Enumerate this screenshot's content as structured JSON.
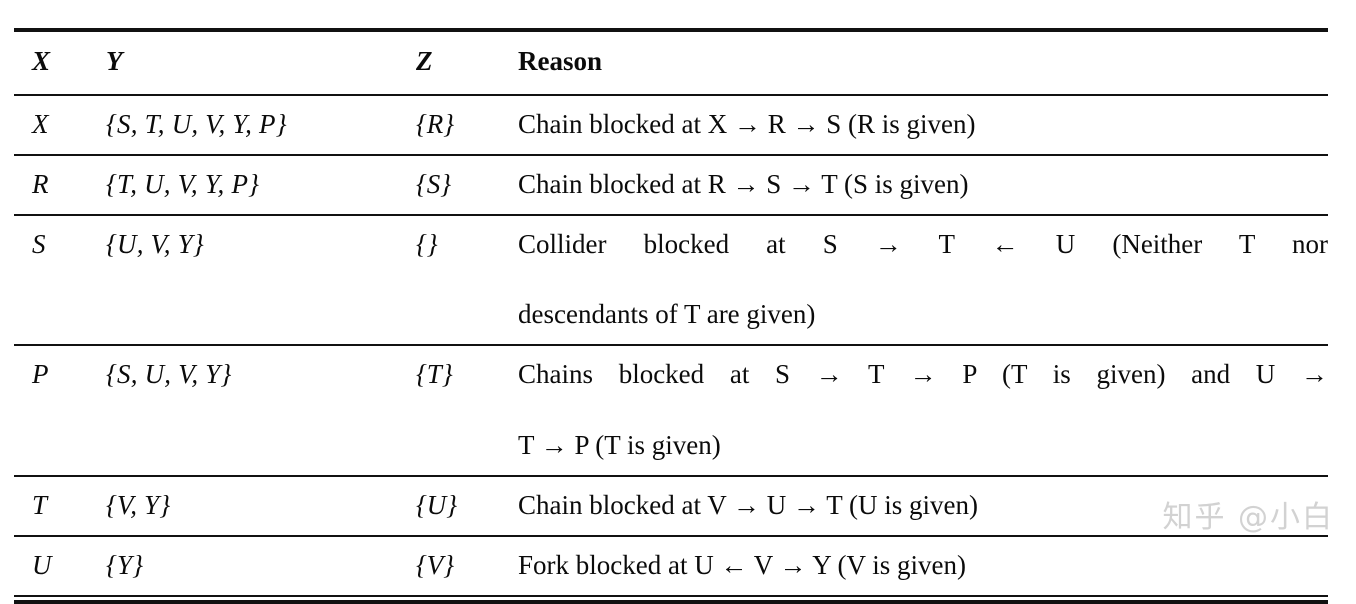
{
  "table": {
    "headers": {
      "x": "X",
      "y": "Y",
      "z": "Z",
      "reason": "Reason"
    },
    "rows": [
      {
        "x": "X",
        "y": "{S, T, U, V, Y, P}",
        "z": "{R}",
        "reason": "Chain blocked at X → R → S (R is given)",
        "reason_lines": [
          "Chain blocked at X → R → S (R is given)"
        ],
        "justified": false
      },
      {
        "x": "R",
        "y": "{T, U, V, Y, P}",
        "z": "{S}",
        "reason": "Chain blocked at R → S → T (S is given)",
        "reason_lines": [
          "Chain blocked at R → S → T (S is given)"
        ],
        "justified": false
      },
      {
        "x": "S",
        "y": "{U, V, Y}",
        "z": "{}",
        "reason": "Collider blocked at S → T ← U (Neither T nor descendants of T are given)",
        "reason_lines": [
          "Collider blocked at S → T ← U (Neither T nor",
          "descendants of T are given)"
        ],
        "justified": true
      },
      {
        "x": "P",
        "y": "{S, U, V, Y}",
        "z": "{T}",
        "reason": "Chains blocked at S → T → P (T is given) and U → T → P (T is given)",
        "reason_lines": [
          "Chains blocked at S → T → P (T is given) and U →",
          "T → P (T is given)"
        ],
        "justified": true
      },
      {
        "x": "T",
        "y": "{V, Y}",
        "z": "{U}",
        "reason": "Chain blocked at V → U → T (U is given)",
        "reason_lines": [
          "Chain blocked at V → U → T (U is given)"
        ],
        "justified": false
      },
      {
        "x": "U",
        "y": "{Y}",
        "z": "{V}",
        "reason": "Fork blocked at U ← V → Y (V is given)",
        "reason_lines": [
          "Fork blocked at U ← V → Y (V is given)"
        ],
        "justified": false
      }
    ]
  },
  "watermark": {
    "text": "知乎 @小白",
    "color": "#d2d2d2"
  },
  "colors": {
    "rule": "#111111",
    "text": "#0b0b0b",
    "background": "#ffffff"
  }
}
